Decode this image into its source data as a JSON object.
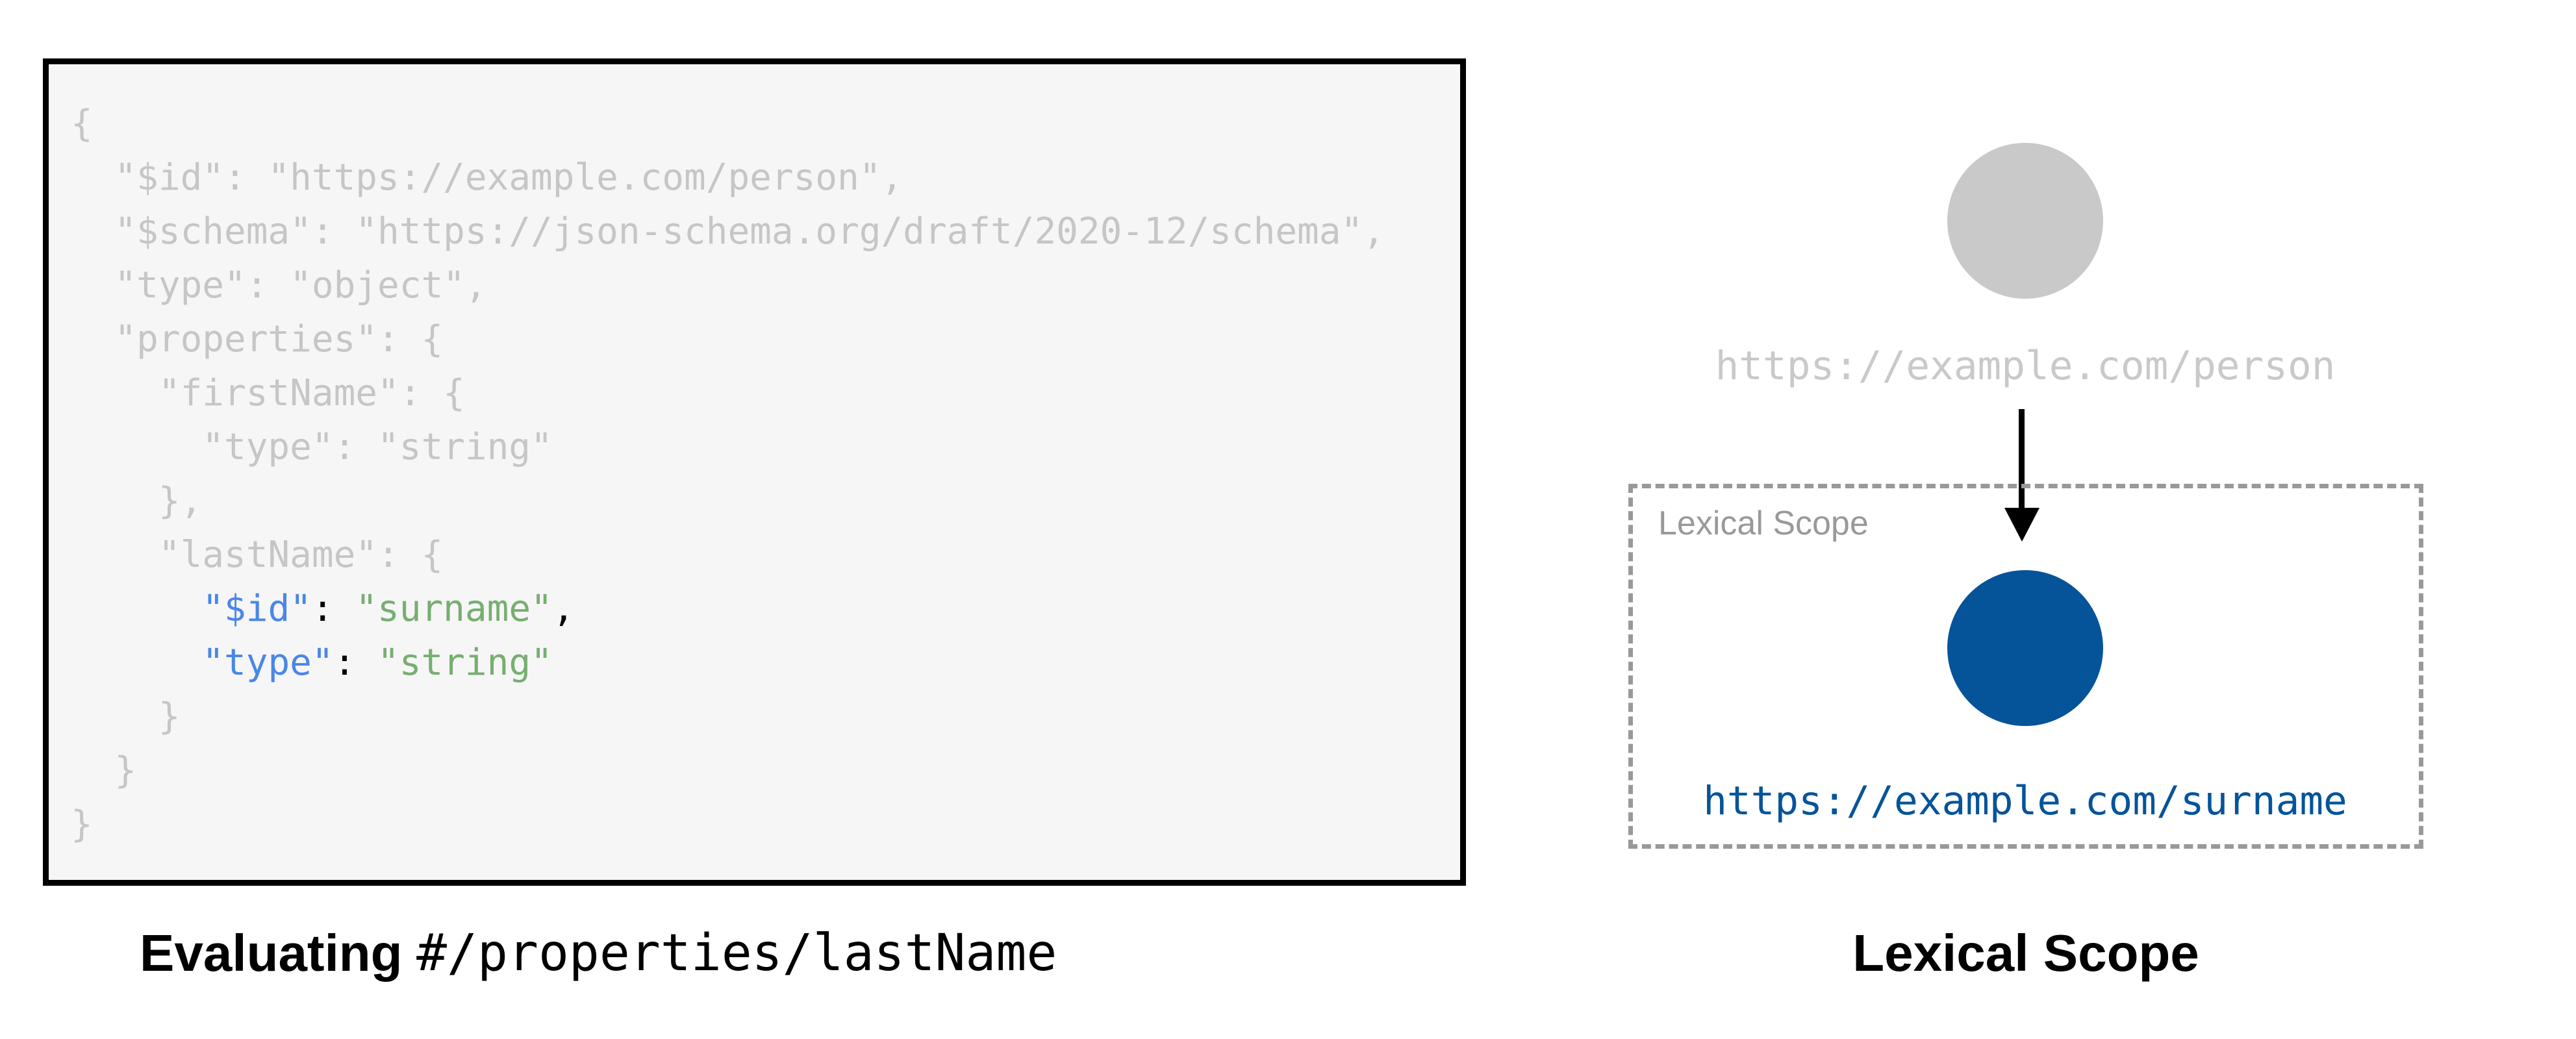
{
  "colors": {
    "code_muted": "#c6c6c6",
    "code_key_blue": "#4a86e8",
    "code_string_green": "#77ae71",
    "code_punct": "#000000",
    "node_gray": "#c9c9c9",
    "node_blue": "#05549a",
    "scope_border_gray": "#999999",
    "code_box_bg": "#f6f6f6",
    "code_box_border": "#000000",
    "caption_black": "#000000"
  },
  "left_panel": {
    "code": {
      "lines": [
        {
          "seg": [
            {
              "t": "{",
              "c": "muted"
            }
          ]
        },
        {
          "seg": [
            {
              "t": "  \"$id\": \"https://example.com/person\",",
              "c": "muted"
            }
          ]
        },
        {
          "seg": [
            {
              "t": "  \"$schema\": \"https://json-schema.org/draft/2020-12/schema\",",
              "c": "muted"
            }
          ]
        },
        {
          "seg": [
            {
              "t": "  \"type\": \"object\",",
              "c": "muted"
            }
          ]
        },
        {
          "seg": [
            {
              "t": "  \"properties\": {",
              "c": "muted"
            }
          ]
        },
        {
          "seg": [
            {
              "t": "    \"firstName\": {",
              "c": "muted"
            }
          ]
        },
        {
          "seg": [
            {
              "t": "      \"type\": \"string\"",
              "c": "muted"
            }
          ]
        },
        {
          "seg": [
            {
              "t": "    },",
              "c": "muted"
            }
          ]
        },
        {
          "seg": [
            {
              "t": "    \"lastName\": {",
              "c": "muted"
            }
          ]
        },
        {
          "seg": [
            {
              "t": "      ",
              "c": "muted"
            },
            {
              "t": "\"$id\"",
              "c": "key"
            },
            {
              "t": ": ",
              "c": "punct"
            },
            {
              "t": "\"surname\"",
              "c": "str"
            },
            {
              "t": ",",
              "c": "punct"
            }
          ]
        },
        {
          "seg": [
            {
              "t": "      ",
              "c": "muted"
            },
            {
              "t": "\"type\"",
              "c": "key"
            },
            {
              "t": ": ",
              "c": "punct"
            },
            {
              "t": "\"string\"",
              "c": "str"
            }
          ]
        },
        {
          "seg": [
            {
              "t": "    }",
              "c": "muted"
            }
          ]
        },
        {
          "seg": [
            {
              "t": "  }",
              "c": "muted"
            }
          ]
        },
        {
          "seg": [
            {
              "t": "}",
              "c": "muted"
            }
          ]
        }
      ]
    },
    "caption": {
      "bold": "Evaluating",
      "mono": "#/properties/lastName"
    }
  },
  "right_panel": {
    "parent_node": {
      "label": "https://example.com/person"
    },
    "scope_box": {
      "label": "Lexical Scope"
    },
    "child_node": {
      "label": "https://example.com/surname"
    },
    "caption": "Lexical Scope"
  }
}
